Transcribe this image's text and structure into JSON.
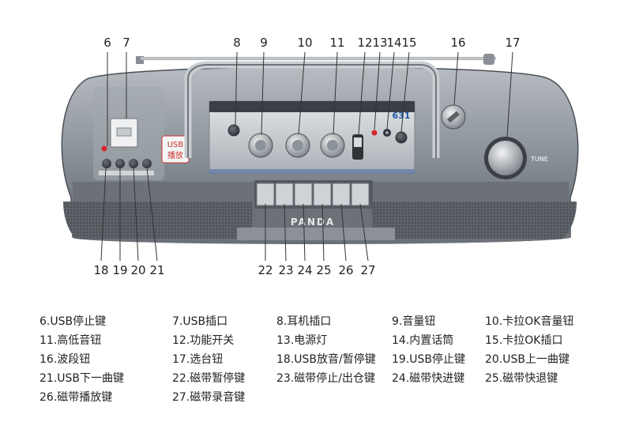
{
  "callouts_top": [
    "6",
    "7",
    "8",
    "9",
    "10",
    "11",
    "12",
    "13",
    "14",
    "15",
    "16",
    "17"
  ],
  "callouts_bottom": [
    "18",
    "19",
    "20",
    "21",
    "22",
    "23",
    "24",
    "25",
    "26",
    "27"
  ],
  "device": {
    "brand": "PANDA",
    "usb_badge_line1": "USB",
    "usb_badge_line2": "播放",
    "model": "631",
    "tune_label": "TUNE"
  },
  "legend": [
    "6.USB停止键",
    "7.USB插口",
    "8.耳机插口",
    "9.音量钮",
    "10.卡拉OK音量钮",
    "11.高低音钮",
    "12.功能开关",
    "13.电源灯",
    "14.内置话筒",
    "15.卡拉OK插口",
    "16.波段钮",
    "17.选台钮",
    "18.USB放音/暂停键",
    "19.USB停止键",
    "20.USB上一曲键",
    "21.USB下一曲键",
    "22.磁带暂停键",
    "23.磁带停止/出仓键",
    "24.磁带快进键",
    "25.磁带快退键",
    "26.磁带播放键",
    "27.磁带录音键"
  ],
  "colors": {
    "body": "#8d949b",
    "panel": "#c9ced3",
    "dark": "#3a3e44",
    "line": "#333333"
  }
}
